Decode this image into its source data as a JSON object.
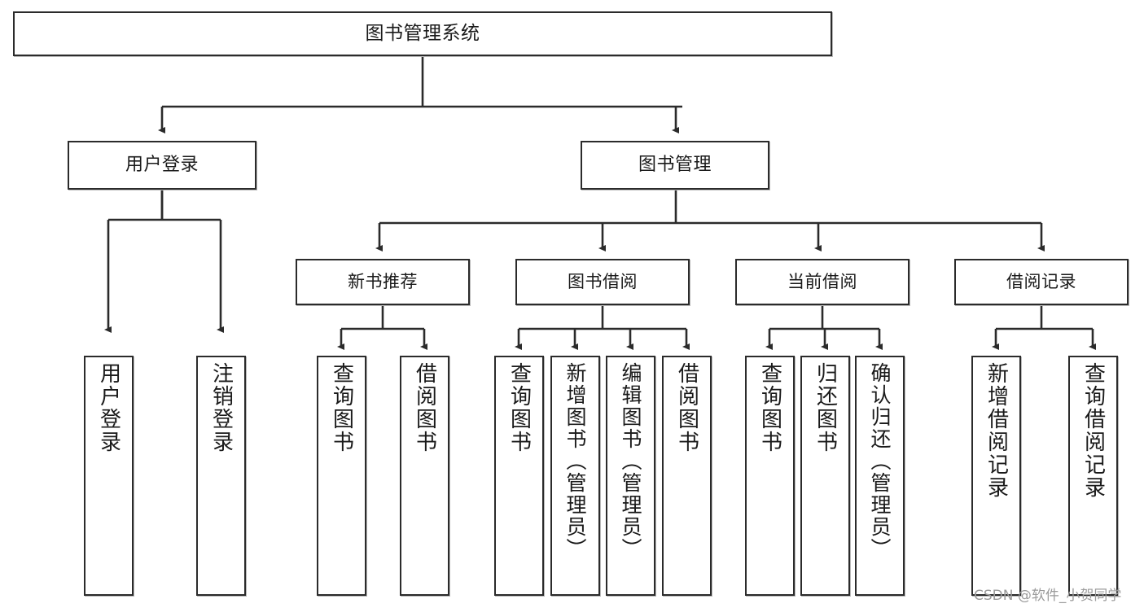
{
  "diagram": {
    "type": "tree",
    "title": "图书管理系统",
    "watermark": "CSDN @软件_小贺同学",
    "colors": {
      "box_border": "#2b2b2b",
      "box_fill": "#ffffff",
      "edge": "#2b2b2b",
      "watermark": "#9b9b9b"
    },
    "root": {
      "label": "图书管理系统"
    },
    "level2": [
      {
        "label": "用户登录"
      },
      {
        "label": "图书管理"
      }
    ],
    "level3": [
      {
        "label": "新书推荐"
      },
      {
        "label": "图书借阅"
      },
      {
        "label": "当前借阅"
      },
      {
        "label": "借阅记录"
      }
    ],
    "leaves": {
      "user_login": [
        {
          "label": "用户登录"
        },
        {
          "label": "注销登录"
        }
      ],
      "new_book": [
        {
          "label": "查询图书"
        },
        {
          "label": "借阅图书"
        }
      ],
      "book_borrow": [
        {
          "label": "查询图书"
        },
        {
          "label": "新增图书（管理员）"
        },
        {
          "label": "编辑图书（管理员）"
        },
        {
          "label": "借阅图书"
        }
      ],
      "current_borrow": [
        {
          "label": "查询图书"
        },
        {
          "label": "归还图书"
        },
        {
          "label": "确认归还（管理员）"
        }
      ],
      "borrow_record": [
        {
          "label": "新增借阅记录"
        },
        {
          "label": "查询借阅记录"
        }
      ]
    }
  }
}
